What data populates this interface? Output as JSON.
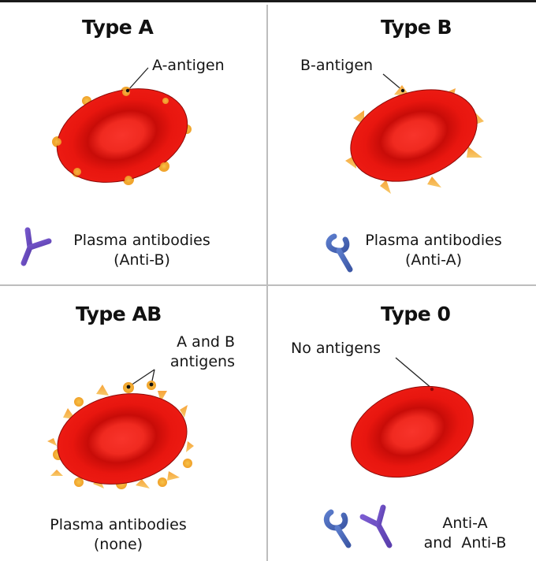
{
  "panels": {
    "type_a": {
      "title": "Type A",
      "antigen_label": "A-antigen",
      "antibody_line1": "Plasma antibodies",
      "antibody_line2": "(Anti-B)",
      "antibody_icon": "purple-y-antibody-icon",
      "antigen_shape": "round-knob"
    },
    "type_b": {
      "title": "Type B",
      "antigen_label": "B-antigen",
      "antibody_line1": "Plasma antibodies",
      "antibody_line2": "(Anti-A)",
      "antibody_icon": "blue-y-antibody-icon",
      "antigen_shape": "triangle-spike"
    },
    "type_ab": {
      "title": "Type AB",
      "antigen_label_line1": "A and B",
      "antigen_label_line2": "antigens",
      "antibody_line1": "Plasma antibodies",
      "antibody_line2": "(none)",
      "antigen_shape": "knobs-and-spikes"
    },
    "type_o": {
      "title": "Type 0",
      "antigen_label": "No antigens",
      "antibody_line1": "Anti-A",
      "antibody_line2": "and  Anti-B",
      "antibody_icons": [
        "blue-y-antibody-icon",
        "purple-y-antibody-icon"
      ],
      "antigen_shape": "none"
    }
  },
  "colors": {
    "cell_red": "#e8120f",
    "cell_center": "#f52a22",
    "cell_edge": "#b30d0a",
    "antigen_orange": "#f5a623",
    "antigen_yellow": "#f7c34a",
    "antibody_purple": "#6b4fc0",
    "antibody_blue": "#4a68b8",
    "divider": "#bdbdbd",
    "text": "#111111"
  }
}
